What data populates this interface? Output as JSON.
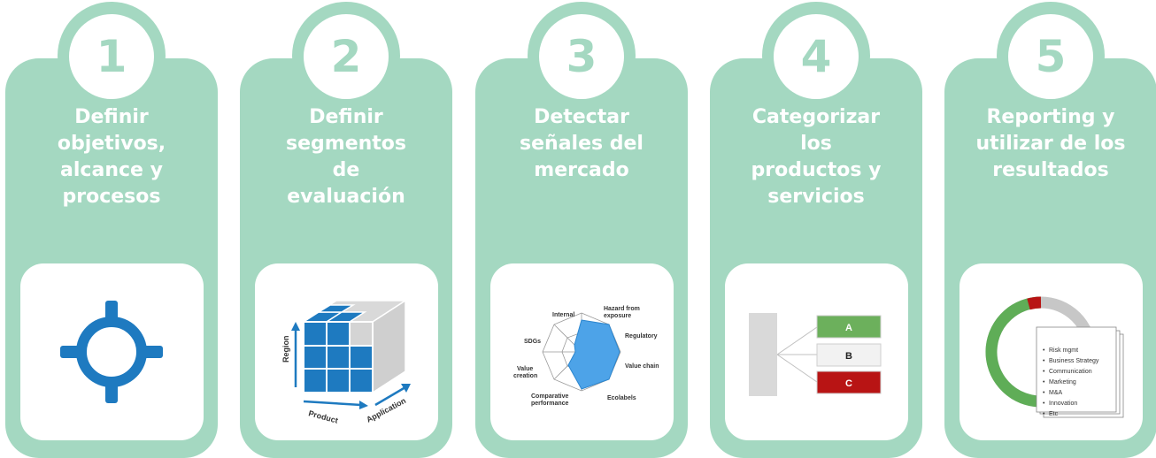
{
  "steps": [
    {
      "number": "1",
      "title_lines": [
        "Definir",
        "objetivos,",
        "alcance y",
        "procesos"
      ],
      "image": "target-icon"
    },
    {
      "number": "2",
      "title_lines": [
        "Definir",
        "segmentos",
        "de",
        "evaluación"
      ],
      "image": "cube-segmentation-icon",
      "cube_axes": {
        "vertical": "Region",
        "left": "Product",
        "right": "Application"
      }
    },
    {
      "number": "3",
      "title_lines": [
        "Detectar",
        "señales del",
        "mercado"
      ],
      "image": "radar-chart-icon",
      "radar_labels": [
        "Internal",
        "Hazard from exposure",
        "Regulatory",
        "Value chain",
        "Ecolabels",
        "Comparative performance",
        "Value creation",
        "SDGs"
      ]
    },
    {
      "number": "4",
      "title_lines": [
        "Categorizar",
        "los",
        "productos y",
        "servicios"
      ],
      "image": "categories-icon",
      "categories": [
        "A",
        "B",
        "C"
      ]
    },
    {
      "number": "5",
      "title_lines": [
        "Reporting y",
        "utilizar de los",
        "resultados"
      ],
      "image": "donut-report-icon",
      "report_items": [
        "Risk mgmt",
        "Business Strategy",
        "Communication",
        "Marketing",
        "M&A",
        "Innovation",
        "Etc"
      ]
    }
  ],
  "colors": {
    "card": "#a4d8c1",
    "blue": "#1e7ac0",
    "green": "#5fad57",
    "red": "#b81414",
    "grey": "#cccccc"
  }
}
